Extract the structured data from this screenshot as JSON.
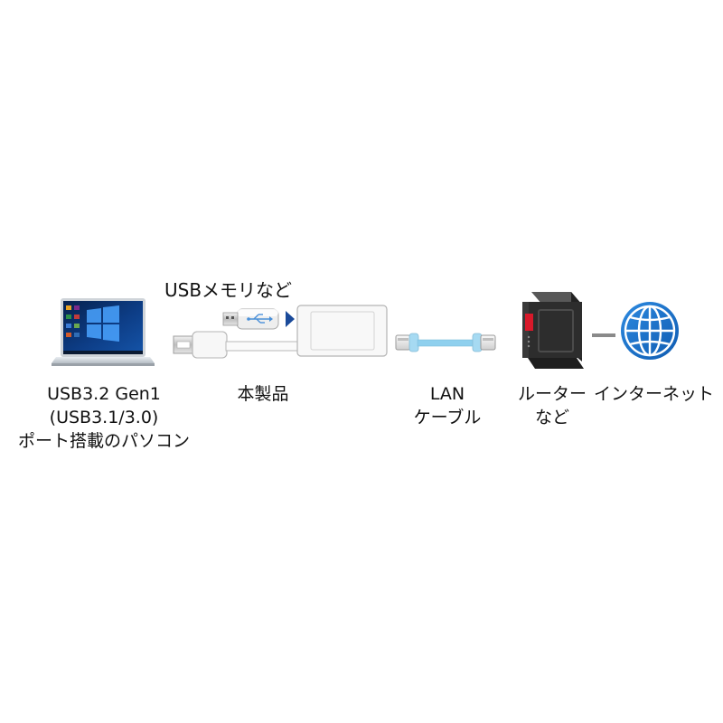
{
  "labels": {
    "usb_memory": "USBメモリなど",
    "pc_line1": "USB3.2 Gen1",
    "pc_line2": "(USB3.1/3.0)",
    "pc_line3": "ポート搭載のパソコン",
    "product": "本製品",
    "lan_line1": "LAN",
    "lan_line2": "ケーブル",
    "router_line1": "ルーター",
    "router_line2": "など",
    "internet": "インターネット"
  },
  "icons": {
    "pc": "laptop-icon",
    "usb_stick": "usb-stick-icon",
    "usb_plug": "usb-plug-icon",
    "adapter": "adapter-icon",
    "lan_cable": "lan-cable-icon",
    "router": "router-icon",
    "internet": "globe-icon"
  },
  "colors": {
    "router_accent": "#d8192a",
    "globe": "#1a6fc4",
    "arrow": "#1a4a9a",
    "cable_blue": "#8fd0ee"
  }
}
